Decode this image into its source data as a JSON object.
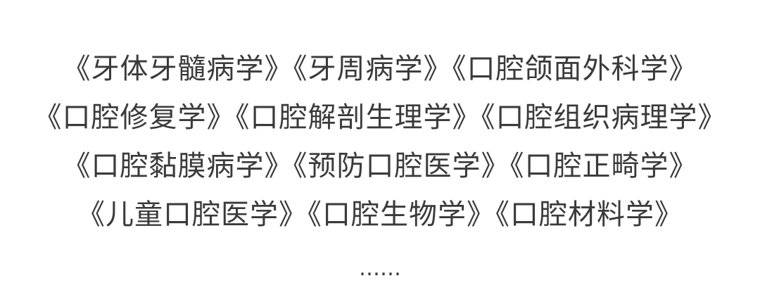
{
  "book_lines": [
    [
      "《牙体牙髓病学》",
      "《牙周病学》",
      "《口腔颌面外科学》"
    ],
    [
      "《口腔修复学》",
      "《口腔解剖生理学》",
      "《口腔组织病理学》"
    ],
    [
      "《口腔黏膜病学》",
      "《预防口腔医学》",
      "《口腔正畸学》"
    ],
    [
      "《儿童口腔医学》",
      "《口腔生物学》",
      "《口腔材料学》"
    ]
  ],
  "ellipsis": "……"
}
